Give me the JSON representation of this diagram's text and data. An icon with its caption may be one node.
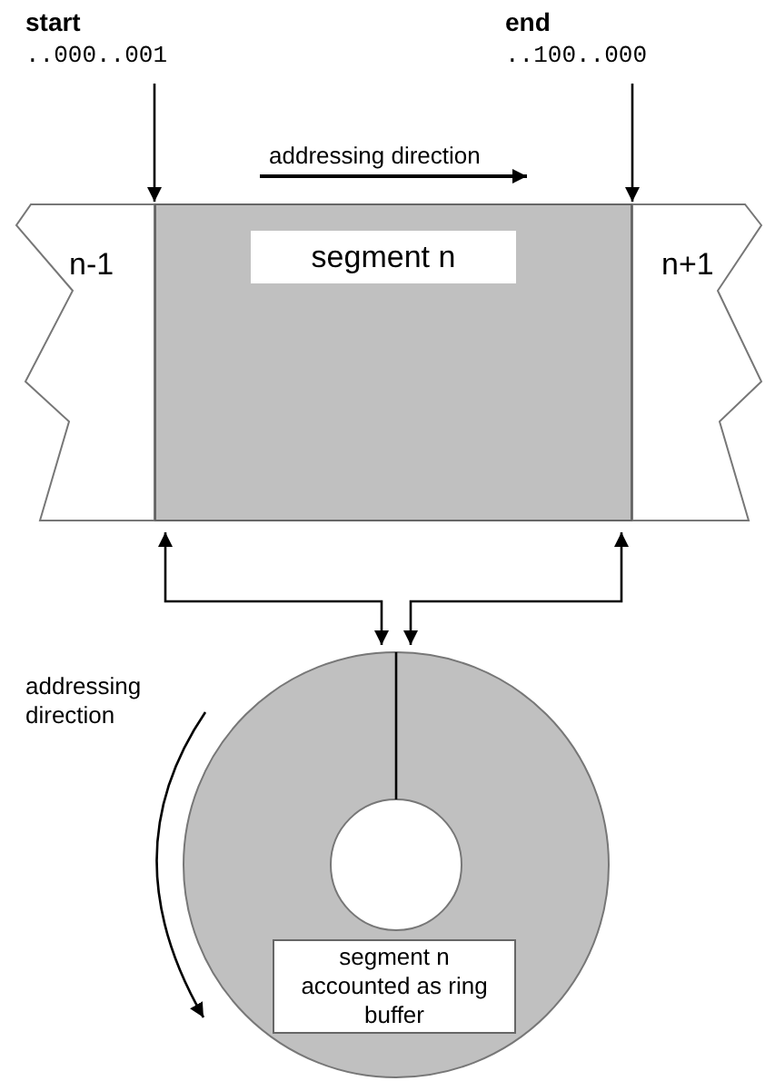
{
  "diagram": {
    "nodes": [
      {
        "text": [
          "start",
          "..000..001"
        ]
      },
      {
        "text": [
          "end",
          "..100..000"
        ]
      },
      {
        "text": [
          "n-1"
        ]
      },
      {
        "text": [
          "segment n"
        ]
      },
      {
        "text": [
          "n+1"
        ]
      },
      {
        "text": [
          "segment n accounted as ring buffer"
        ]
      }
    ],
    "edges": [
      {
        "from": 0,
        "to": 3,
        "arrow": "to"
      },
      {
        "from": 1,
        "to": 3,
        "arrow": "to"
      },
      {
        "from": 3,
        "to": 5,
        "arrow": "both"
      },
      {
        "from": 3,
        "to": 5,
        "arrow": "both"
      }
    ],
    "labels": [
      "addressing direction",
      "addressing direction"
    ]
  }
}
